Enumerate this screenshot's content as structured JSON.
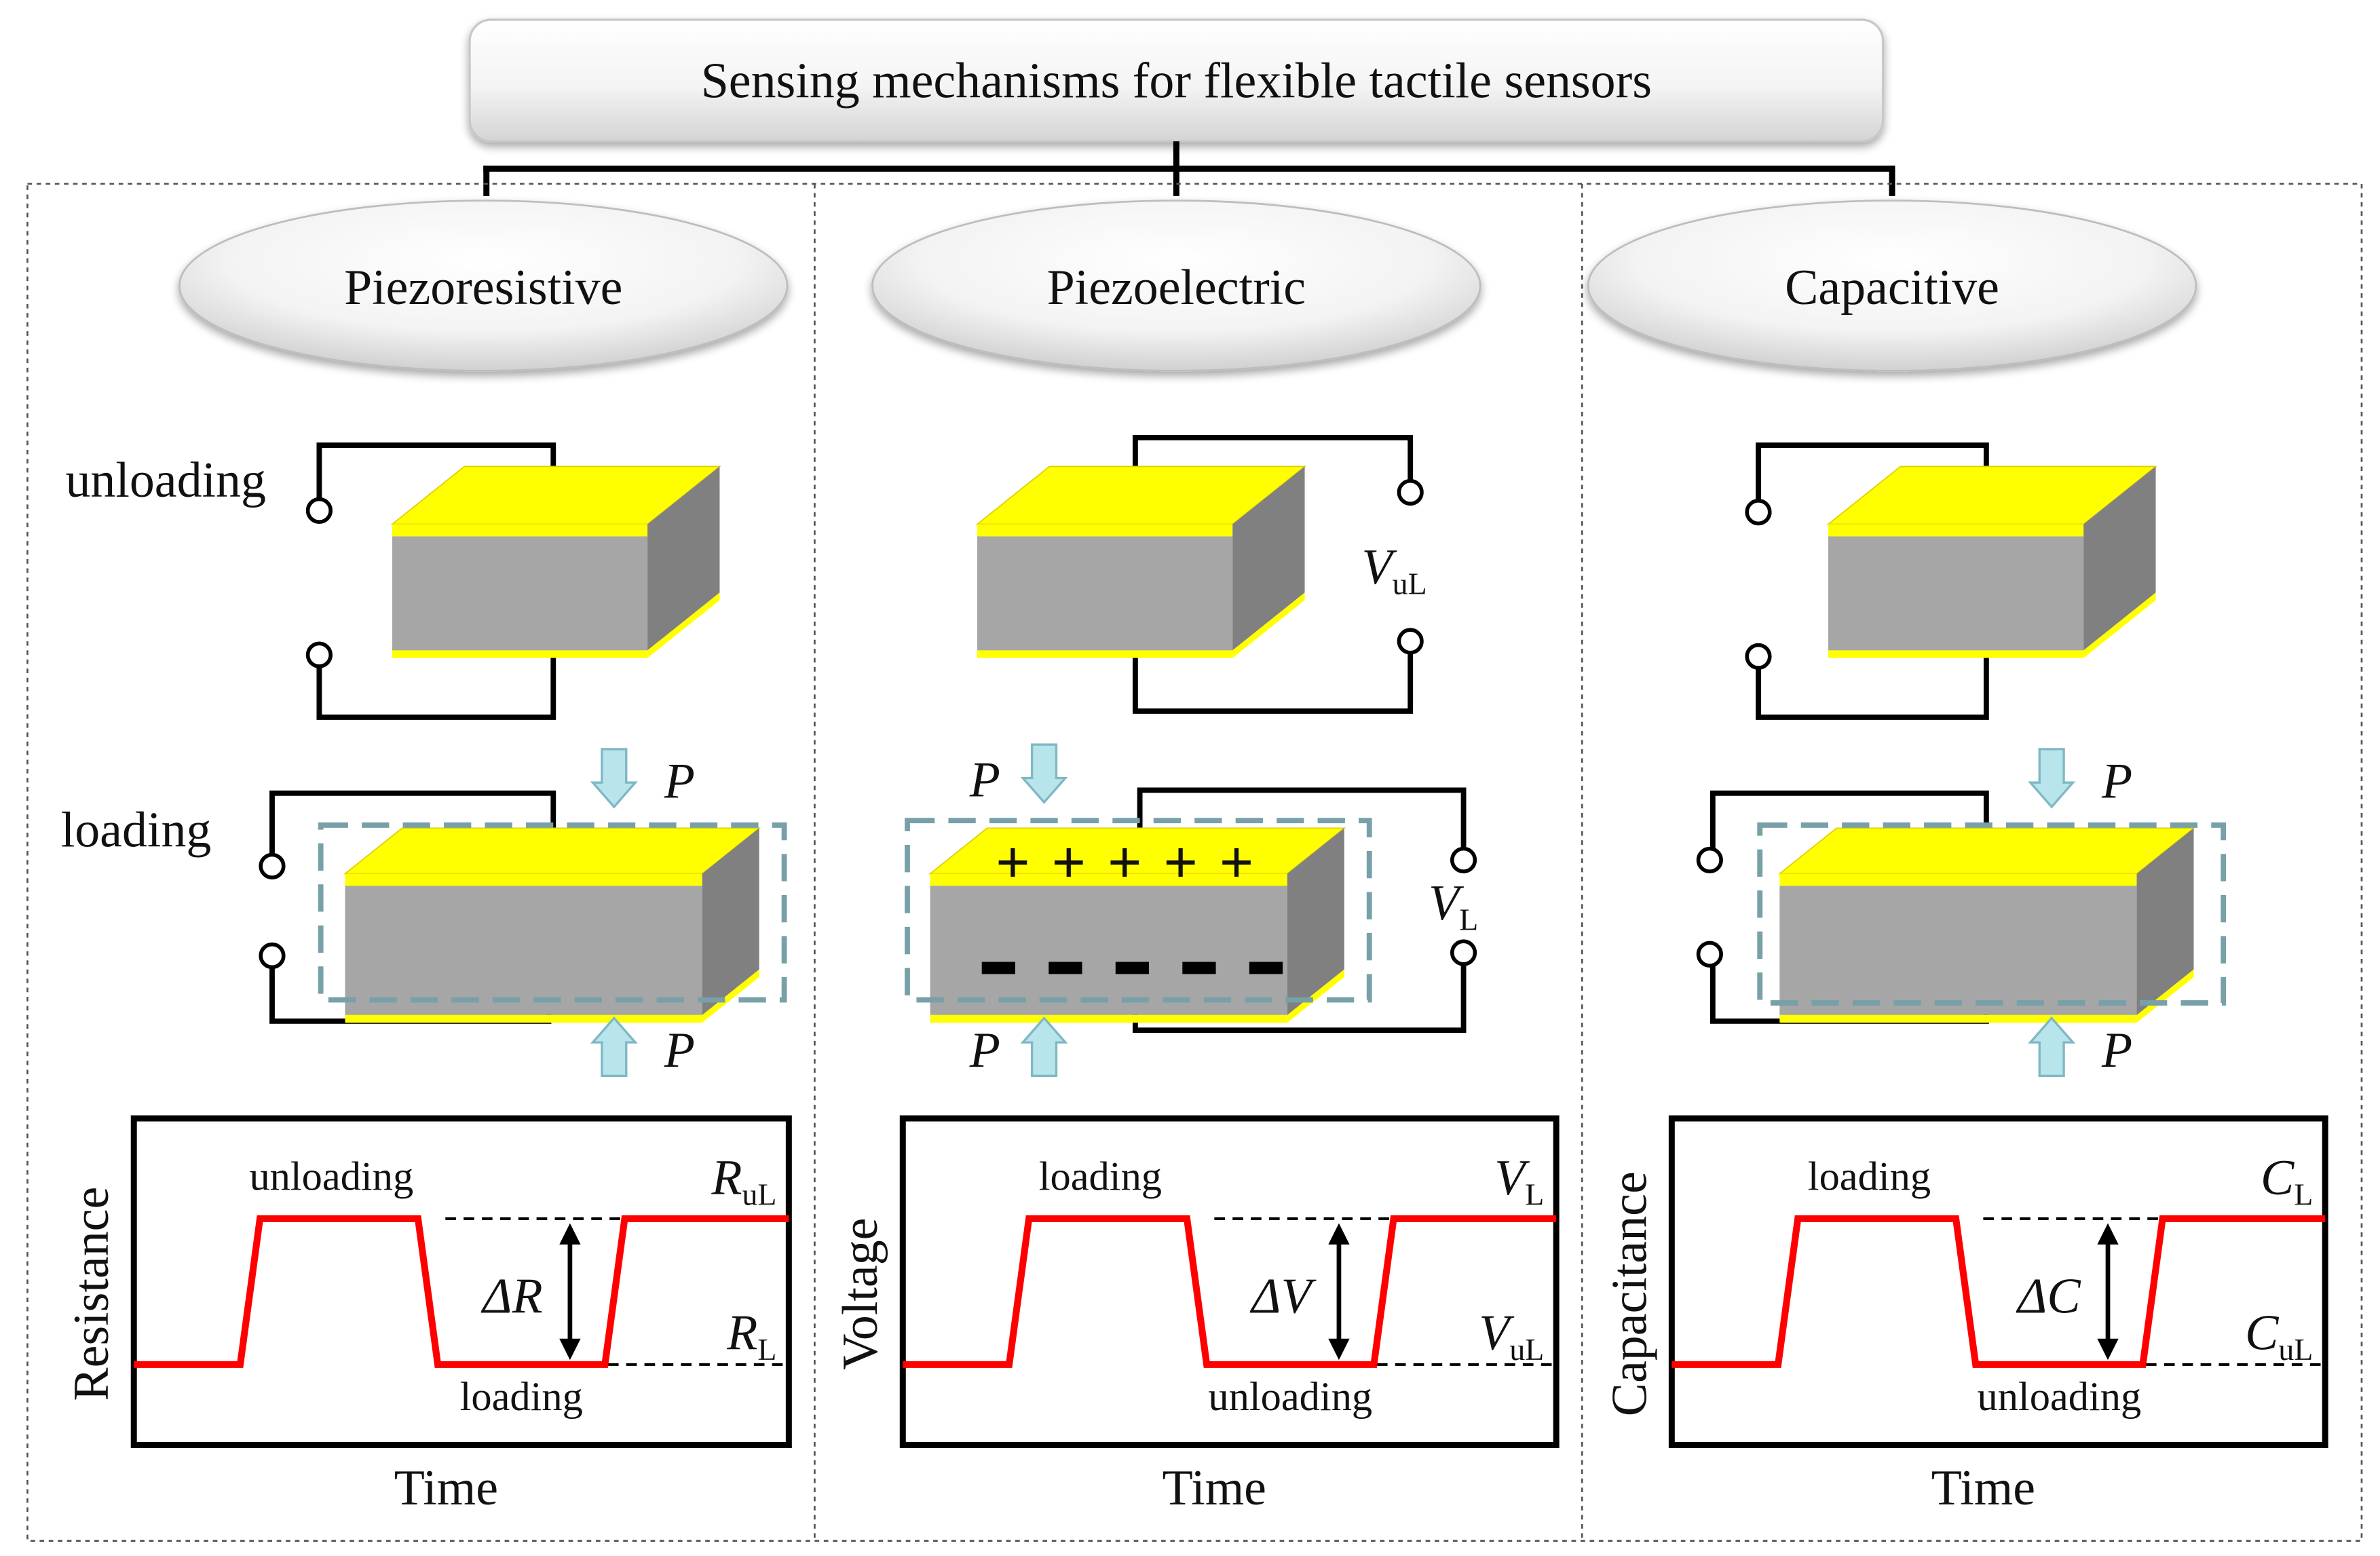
{
  "title": "Sensing mechanisms for flexible tactile sensors",
  "colors": {
    "electrode": "#ffff00",
    "electrode_edge": "#e0d000",
    "block_front": "#a6a6a6",
    "block_side": "#808080",
    "wire": "#000000",
    "signal": "#ff0000",
    "arrow_fill": "#b8e4ec",
    "arrow_stroke": "#7fb8c4",
    "dash_box": "#78a0a8"
  },
  "panels": [
    {
      "name": "Piezoresistive",
      "unloading_label": "unloading",
      "loading_label": "loading",
      "pressure_top": "P",
      "pressure_bottom": "P",
      "chart": {
        "ylabel": "Resistance",
        "xlabel": "Time",
        "top_state": "unloading",
        "bottom_state": "loading",
        "delta": "ΔR",
        "high_sym": "R",
        "high_sub": "uL",
        "low_sym": "R",
        "low_sub": "L"
      }
    },
    {
      "name": "Piezoelectric",
      "unloading_voltage_sym": "V",
      "unloading_voltage_sub": "uL",
      "loading_voltage_sym": "V",
      "loading_voltage_sub": "L",
      "charges_top": "+ + + + +",
      "pressure_top": "P",
      "pressure_bottom": "P",
      "chart": {
        "ylabel": "Voltage",
        "xlabel": "Time",
        "top_state": "loading",
        "bottom_state": "unloading",
        "delta": "ΔV",
        "high_sym": "V",
        "high_sub": "L",
        "low_sym": "V",
        "low_sub": "uL"
      }
    },
    {
      "name": "Capacitive",
      "pressure_top": "P",
      "pressure_bottom": "P",
      "chart": {
        "ylabel": "Capacitance",
        "xlabel": "Time",
        "top_state": "loading",
        "bottom_state": "unloading",
        "delta": "ΔC",
        "high_sym": "C",
        "high_sub": "L",
        "low_sym": "C",
        "low_sub": "uL"
      }
    }
  ]
}
